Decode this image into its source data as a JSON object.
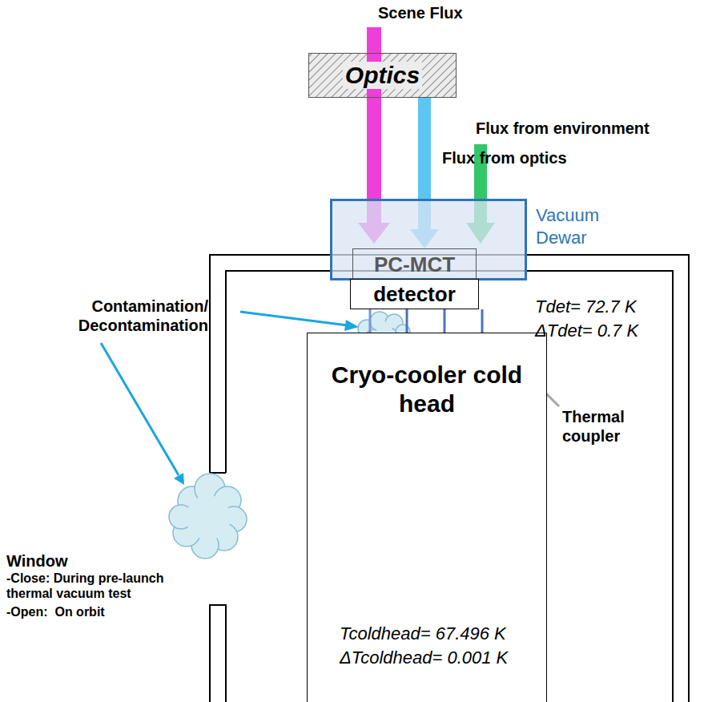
{
  "diagram": {
    "nodes": [
      {
        "text": [
          "Optics"
        ]
      },
      {
        "text": [
          "Vacuum Dewar"
        ]
      },
      {
        "text": [
          "PC-MCT"
        ],
        "in": 1
      },
      {
        "text": [
          "detector"
        ]
      },
      {
        "text": [
          "Cryo-cooler cold head",
          "Tcoldhead= 67.496 K",
          "ΔTcoldhead= 0.001 K"
        ]
      }
    ],
    "edges": [
      {
        "from": 0,
        "to": 2,
        "arrow": "to"
      },
      {
        "from": 3,
        "to": 4,
        "arrow": "none"
      },
      {
        "from": 3,
        "to": 4,
        "arrow": "none"
      },
      {
        "from": 3,
        "to": 4,
        "arrow": "none"
      },
      {
        "from": 3,
        "to": 4,
        "arrow": "none"
      }
    ],
    "labels": [
      "Scene Flux",
      "Flux from optics",
      "Flux from environment",
      "Tdet= 72.7 K",
      "ΔTdet= 0.7 K",
      "Contamination/ Decontamination",
      "Thermal coupler",
      "Window",
      "-Close: During pre-launch thermal vacuum test",
      "-Open:  On orbit"
    ]
  }
}
